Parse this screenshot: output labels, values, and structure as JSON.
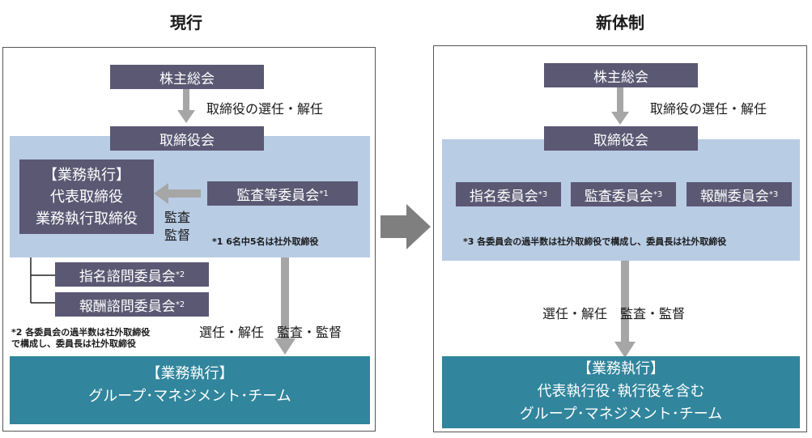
{
  "current": {
    "heading": "現行",
    "shareholders": "株主総会",
    "elect_label": "取締役の選任・解任",
    "board": "取締役会",
    "exec_block": [
      "【業務執行】",
      "代表取締役",
      "業務執行取締役"
    ],
    "audit_committee": "監査等委員会",
    "audit_mark": "*1",
    "audit_label": [
      "監査",
      "監督"
    ],
    "note1": "*1 6名中5名は社外取締役",
    "nomination": "指名諮問委員会",
    "nomination_mark": "*2",
    "compensation": "報酬諮問委員会",
    "compensation_mark": "*2",
    "note2": [
      "*2 各委員会の過半数は社外取締役",
      "で構成し、委員長は社外取締役"
    ],
    "flow_label": "選任・解任　監査・監督",
    "bottom": [
      "【業務執行】",
      "グループ･マネジメント･チーム"
    ]
  },
  "new": {
    "heading": "新体制",
    "shareholders": "株主総会",
    "elect_label": "取締役の選任・解任",
    "board": "取締役会",
    "committees": [
      {
        "name": "指名委員会",
        "mark": "*3"
      },
      {
        "name": "監査委員会",
        "mark": "*3"
      },
      {
        "name": "報酬委員会",
        "mark": "*3"
      }
    ],
    "note3": "*3 各委員会の過半数は社外取締役で構成し、委員長は社外取締役",
    "flow_label": "選任・解任　監査・監督",
    "bottom": [
      "【業務執行】",
      "代表執行役･執行役を含む",
      "グループ･マネジメント･チーム"
    ]
  },
  "colors": {
    "dark_box": "#5b5873",
    "band": "#b8cce4",
    "teal": "#31859c",
    "arrow": "#a6a6a6"
  }
}
